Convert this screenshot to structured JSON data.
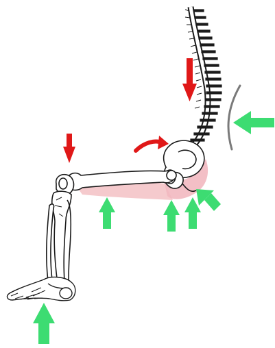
{
  "figure": {
    "subject": "seated-posture-skeleton",
    "colors": {
      "bone_outline": "#1a1a1a",
      "bone_fill": "#ffffff",
      "thigh_pad": "#f4c4c8",
      "pelvis_pad": "#f2b8c0",
      "load_arrow": "#e01818",
      "support_arrow": "#3ddc72",
      "backrest": "#7a7a7a",
      "background": "#ffffff"
    },
    "arrows": {
      "load": [
        {
          "id": "spine-load",
          "direction": "down"
        },
        {
          "id": "knee-load",
          "direction": "down"
        },
        {
          "id": "pelvis-rotation",
          "direction": "curved-right"
        }
      ],
      "support": [
        {
          "id": "backrest-support",
          "direction": "left"
        },
        {
          "id": "thigh-support",
          "direction": "up"
        },
        {
          "id": "ischial-support-left",
          "direction": "up"
        },
        {
          "id": "ischial-support-right",
          "direction": "up"
        },
        {
          "id": "sacral-support",
          "direction": "up-left"
        },
        {
          "id": "foot-support",
          "direction": "up"
        }
      ]
    }
  }
}
